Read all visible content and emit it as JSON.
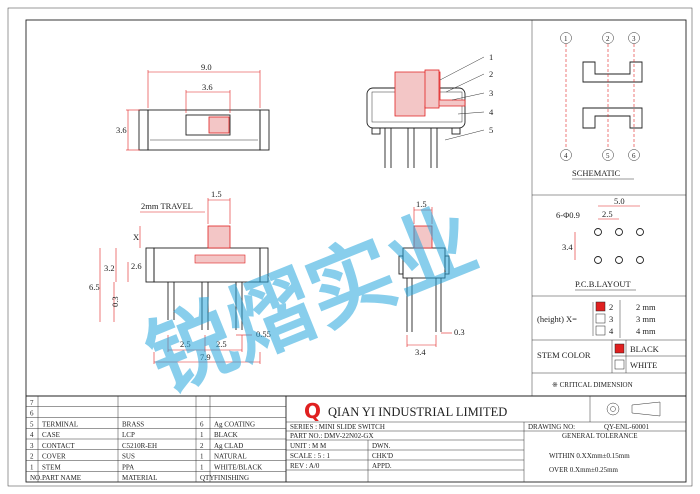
{
  "drawing": {
    "company": "QIAN YI INDUSTRIAL LIMITED",
    "series": "SERIES : MINI SLIDE SWITCH",
    "part_no": "PART NO.: DMV-22N02-GX",
    "unit": "UNIT : M M",
    "scale": "SCALE : 5 : 1",
    "rev": "REV  : A/0",
    "dwn": "DWN.",
    "chkd": "CHK'D",
    "appd": "APPD.",
    "drawing_no_label": "DRAWING NO:",
    "drawing_no": "QY-ENL-60001",
    "tol_title": "GENERAL TOLERANCE",
    "tol1": "WITHIN 0.XXmm±0.15mm",
    "tol2": "OVER   0.Xmm±0.25mm",
    "critical": "※ CRITICAL  DIMENSION"
  },
  "dims": {
    "w90": "9.0",
    "w36": "3.6",
    "h36": "3.6",
    "d15a": "1.5",
    "travel": "2mm TRAVEL",
    "xmark": "X",
    "d32": "3.2",
    "d26": "2.6",
    "d65": "6.5",
    "d03a": "0.3",
    "d25a": "2.5",
    "d25b": "2.5",
    "d055": "0.55",
    "d79": "7.9",
    "d15b": "1.5",
    "d34": "3.4",
    "d03b": "0.3",
    "pcb_w": "5.0",
    "pcb_p": "2.5",
    "pcb_holes": "6-Φ0.9",
    "pcb_h": "3.4"
  },
  "balloons": [
    "1",
    "2",
    "3",
    "4",
    "5"
  ],
  "schematic": {
    "title": "SCHEMATIC",
    "pins": [
      "1",
      "2",
      "3",
      "4",
      "5",
      "6"
    ]
  },
  "pcb": {
    "title": "P.C.B.LAYOUT"
  },
  "height_opts": {
    "label": "(height)  X=",
    "rows": [
      {
        "idx": "2",
        "val": "2 mm",
        "checked": true
      },
      {
        "idx": "3",
        "val": "3 mm",
        "checked": false
      },
      {
        "idx": "4",
        "val": "4 mm",
        "checked": false
      }
    ]
  },
  "stem_color": {
    "label": "STEM COLOR",
    "opts": [
      {
        "name": "BLACK",
        "checked": true
      },
      {
        "name": "WHITE",
        "checked": false
      }
    ]
  },
  "bom": {
    "rows": [
      {
        "no": "7",
        "name": "",
        "mat": "",
        "qty": "",
        "fin": ""
      },
      {
        "no": "6",
        "name": "",
        "mat": "",
        "qty": "",
        "fin": ""
      },
      {
        "no": "5",
        "name": "TERMINAL",
        "mat": "BRASS",
        "qty": "6",
        "fin": "Ag COATING"
      },
      {
        "no": "4",
        "name": "CASE",
        "mat": "LCP",
        "qty": "1",
        "fin": "BLACK"
      },
      {
        "no": "3",
        "name": "CONTACT",
        "mat": "C5210R-EH",
        "qty": "2",
        "fin": "Ag CLAD"
      },
      {
        "no": "2",
        "name": "COVER",
        "mat": "SUS",
        "qty": "1",
        "fin": "NATURAL"
      },
      {
        "no": "1",
        "name": "STEM",
        "mat": "PPA",
        "qty": "1",
        "fin": "WHITE/BLACK"
      }
    ],
    "header": {
      "no": "NO.",
      "name": "PART NAME",
      "mat": "MATERIAL",
      "qty": "QTY",
      "fin": "FINISHING"
    }
  },
  "watermark": "锐熠实业",
  "colors": {
    "red": "#e02020",
    "blue": "#27a6dd",
    "line": "#222222"
  }
}
